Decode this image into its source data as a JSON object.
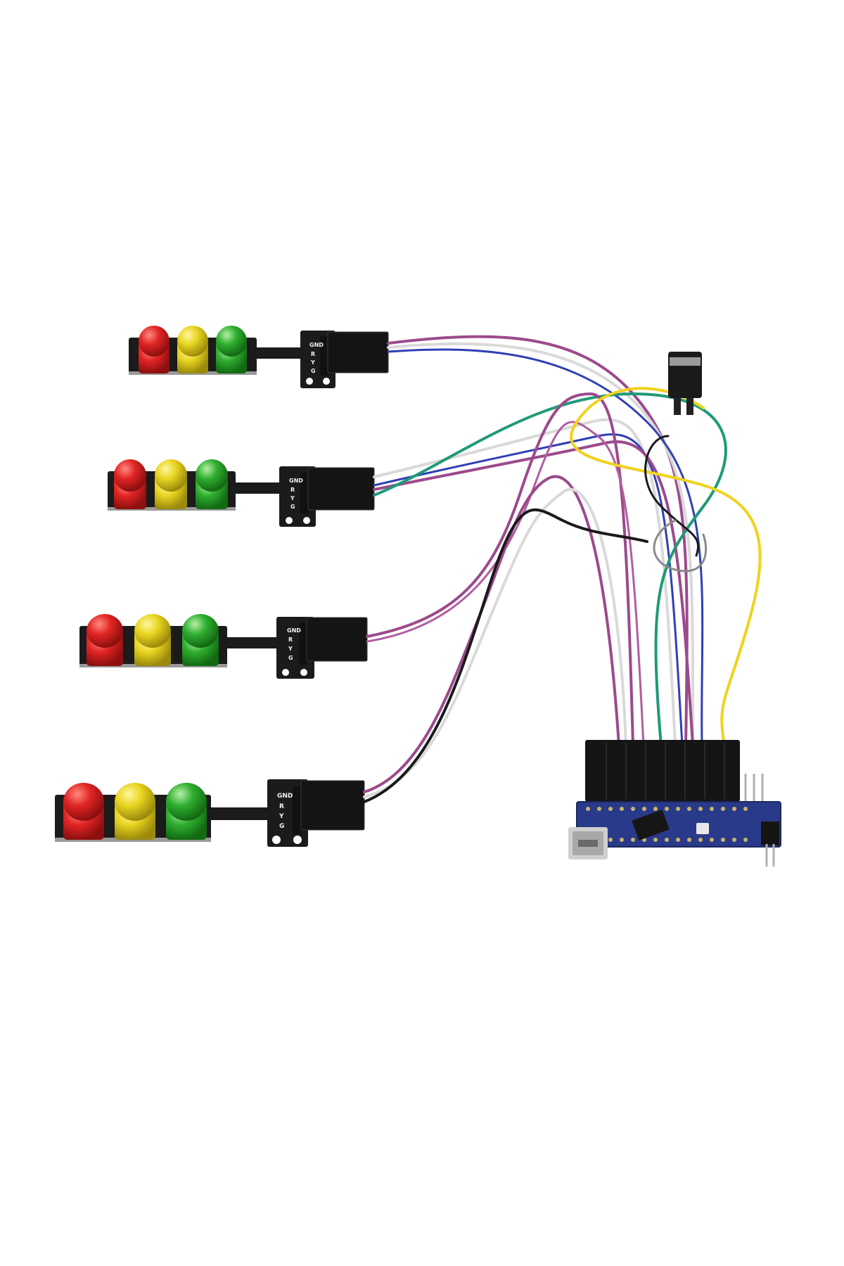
{
  "photo": {
    "subject": "traffic light LED modules wired to microcontroller board",
    "background_color": "#ffffff"
  },
  "traffic_light_modules": [
    {
      "pin_labels": [
        "GND",
        "R",
        "Y",
        "G"
      ],
      "led_colors": [
        "#d81e1e",
        "#e6d21c",
        "#2fae2f"
      ]
    },
    {
      "pin_labels": [
        "GND",
        "R",
        "Y",
        "G"
      ],
      "led_colors": [
        "#d81e1e",
        "#e6d21c",
        "#2fae2f"
      ]
    },
    {
      "pin_labels": [
        "GND",
        "R",
        "Y",
        "G"
      ],
      "led_colors": [
        "#d81e1e",
        "#e6d21c",
        "#2fae2f"
      ]
    },
    {
      "pin_labels": [
        "GND",
        "R",
        "Y",
        "G"
      ],
      "led_colors": [
        "#d81e1e",
        "#e6d21c",
        "#2fae2f"
      ]
    }
  ],
  "wire_colors": {
    "purple": "#9c4a8c",
    "white": "#d9d9d9",
    "blue": "#2f3fb5",
    "teal": "#1f9a78",
    "yellow": "#f0d21e",
    "black": "#1a1a1a",
    "grey": "#8a8a8a"
  },
  "board": {
    "pcb_color": "#2a3a8a",
    "chip_color": "#161616"
  }
}
